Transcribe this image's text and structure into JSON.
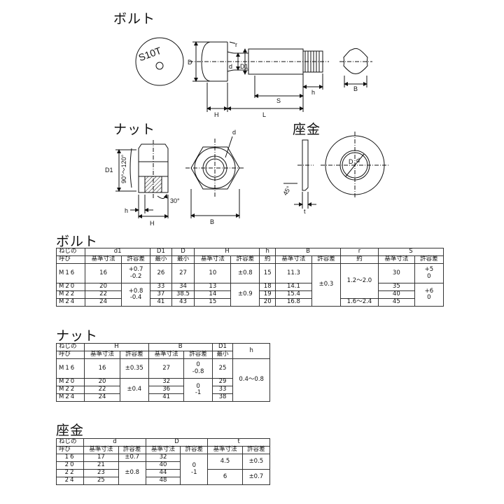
{
  "headings": {
    "bolt_drawing": "ボルト",
    "nut_drawing": "ナット",
    "washer_drawing": "座金",
    "bolt_table": "ボルト",
    "nut_table": "ナット",
    "washer_table": "座金"
  },
  "drawing_labels": {
    "head_mark": "S10T",
    "bolt": {
      "D": "D",
      "r": "r",
      "d": "d",
      "D1": "D1",
      "S": "S",
      "h": "h",
      "B": "B",
      "H": "H",
      "L": "L"
    },
    "nut": {
      "d": "d",
      "D1": "D1",
      "angle": "90°～120°",
      "chamfer": "30°",
      "h": "h",
      "H": "H",
      "B": "B"
    },
    "washer": {
      "t": "t",
      "chamfer": "45°",
      "D": "D",
      "d": "d"
    }
  },
  "bolt_table": {
    "h1": [
      "ねじの",
      "d1",
      "D1",
      "D",
      "H",
      "h",
      "B",
      "r",
      "S"
    ],
    "h2": [
      "呼び",
      "基準寸法",
      "許容差",
      "最小",
      "最小",
      "基準寸法",
      "許容差",
      "約",
      "基準寸法",
      "許容差",
      "約",
      "基準寸法",
      "許容差"
    ],
    "rows": [
      {
        "size": "M16",
        "d1": "16",
        "d1_tol": "+0.7\n-0.2",
        "D1": "26",
        "D": "27",
        "H": "10",
        "H_tol": "±0.8",
        "h": "15",
        "B": "11.3",
        "B_tol": "±0.3",
        "r": "1.2～2.0",
        "S": "30",
        "S_tol": "+5\n0"
      },
      {
        "size": "M20",
        "d1": "20",
        "d1_tol": "+0.8\n-0.4",
        "D1": "33",
        "D": "34",
        "H": "13",
        "H_tol": "±0.9",
        "h": "18",
        "B": "14.1",
        "S": "35",
        "S_tol": "+6\n0"
      },
      {
        "size": "M22",
        "d1": "22",
        "D1": "37",
        "D": "38.5",
        "H": "14",
        "h": "19",
        "B": "15.4",
        "S": "40"
      },
      {
        "size": "M24",
        "d1": "24",
        "D1": "41",
        "D": "43",
        "H": "15",
        "h": "20",
        "B": "16.8",
        "r": "1.6～2.4",
        "S": "45"
      }
    ]
  },
  "nut_table": {
    "h1": [
      "ねじの",
      "H",
      "B",
      "D1",
      "h"
    ],
    "h2": [
      "呼び",
      "基準寸法",
      "許容差",
      "基準寸法",
      "許容差",
      "最小"
    ],
    "rows": [
      {
        "size": "M16",
        "H": "16",
        "H_tol": "±0.35",
        "B": "27",
        "B_tol": "0\n-0.8",
        "D1": "25",
        "h": "0.4～0.8"
      },
      {
        "size": "M20",
        "H": "20",
        "H_tol": "±0.4",
        "B": "32",
        "B_tol": "0\n-1",
        "D1": "29"
      },
      {
        "size": "M22",
        "H": "22",
        "B": "36",
        "D1": "33"
      },
      {
        "size": "M24",
        "H": "24",
        "B": "41",
        "D1": "38"
      }
    ]
  },
  "washer_table": {
    "h1": [
      "ねじの",
      "d",
      "D",
      "t"
    ],
    "h2": [
      "呼び",
      "基準寸法",
      "許容差",
      "基準寸法",
      "許容差",
      "基準寸法",
      "許容差"
    ],
    "rows": [
      {
        "size": "16",
        "d": "17",
        "d_tol": "±0.7",
        "D": "32",
        "D_tol": "0\n-1",
        "t": "4.5",
        "t_tol": "±0.5"
      },
      {
        "size": "20",
        "d": "21",
        "d_tol": "±0.8",
        "D": "40"
      },
      {
        "size": "22",
        "d": "23",
        "D": "44",
        "t": "6",
        "t_tol": "±0.7"
      },
      {
        "size": "24",
        "d": "25",
        "D": "48"
      }
    ]
  }
}
